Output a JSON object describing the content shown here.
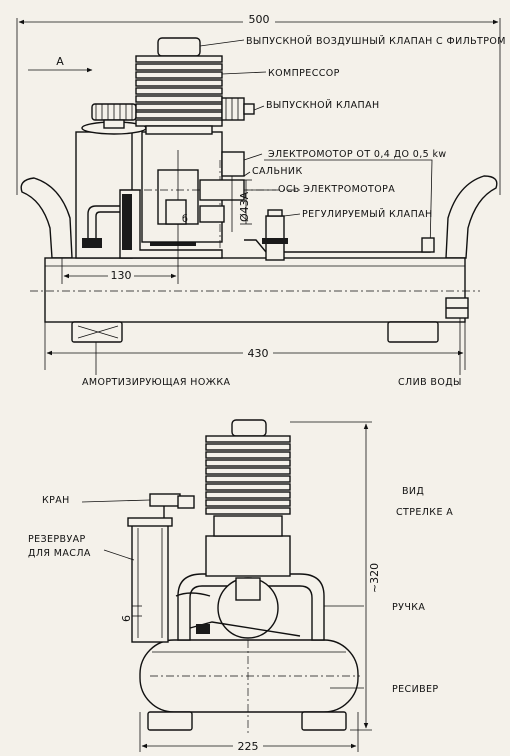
{
  "dimensions": {
    "overall_width": "500",
    "base_length": "430",
    "offset_130": "130",
    "shaft_dia": "Ø43А",
    "gap_6a": "6",
    "height_320": "~320",
    "gap_6b": "6",
    "end_width": "225"
  },
  "side_view": {
    "arrow_a": "A",
    "exhaust_air_valve": "ВЫПУСКНОЙ ВОЗДУШНЫЙ КЛАПАН С ФИЛЬТРОМ",
    "compressor": "КОМПРЕССОР",
    "exhaust_valve": "ВЫПУСКНОЙ КЛАПАН",
    "motor": "ЭЛЕКТРОМОТОР ОТ 0,4 ДО 0,5 kw",
    "gland": "САЛЬНИК",
    "motor_axis": "ОСЬ ЭЛЕКТРОМОТОРА",
    "adjustable_valve": "РЕГУЛИРУЕМЫЙ КЛАПАН",
    "small_b": "б",
    "shock_foot": "АМОРТИЗИРУЮЩАЯ НОЖКА",
    "water_drain": "СЛИВ ВОДЫ"
  },
  "end_view": {
    "faucet": "КРАН",
    "oil_tank_line1": "РЕЗЕРВУАР",
    "oil_tank_line2": "ДЛЯ МАСЛА",
    "view_line1": "ВИД",
    "view_line2": "СТРЕЛКЕ А",
    "handle": "РУЧКА",
    "receiver": "РЕСИВЕР"
  }
}
